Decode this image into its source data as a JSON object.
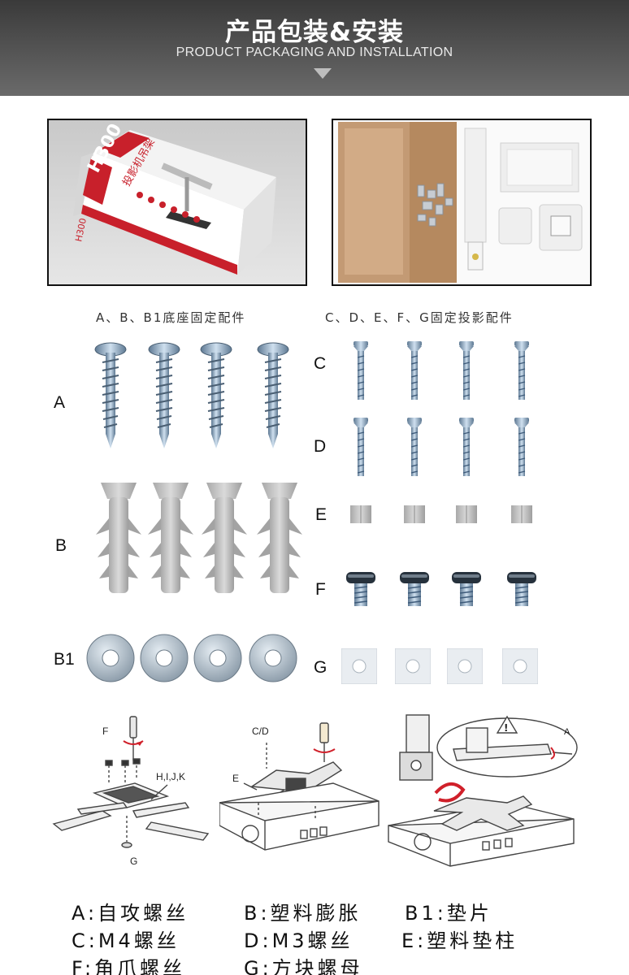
{
  "header": {
    "title": "产品包装&安装",
    "subtitle": "PRODUCT PACKAGING AND INSTALLATION"
  },
  "photo_box": {
    "brand": "H300",
    "product": "投影机吊架",
    "side_brand": "H300"
  },
  "parts": {
    "left_heading": "A、B、B1底座固定配件",
    "right_heading": "C、D、E、F、G固定投影配件",
    "labels": {
      "A": "A",
      "B": "B",
      "B1": "B1",
      "C": "C",
      "D": "D",
      "E": "E",
      "F": "F",
      "G": "G"
    }
  },
  "diagrams": {
    "d1": {
      "f": "F",
      "hijk": "H,I,J,K",
      "g": "G"
    },
    "d2": {
      "cd": "C/D",
      "e": "E"
    },
    "d3": {
      "a": "A",
      "warn": "!"
    }
  },
  "legend": {
    "a": "A:自攻螺丝",
    "b": "B:塑料膨胀",
    "b1": "B1:垫片",
    "c": "C:M4螺丝",
    "d": "D:M3螺丝",
    "e": "E:塑料垫柱",
    "f": "F:角爪螺丝",
    "g": "G:方块螺母"
  },
  "colors": {
    "header_dark": "#3a3a3a",
    "metal": "#8fa6bd",
    "plastic": "#b9b9b9",
    "box_red": "#c8202b",
    "cardboard": "#c39a74"
  }
}
